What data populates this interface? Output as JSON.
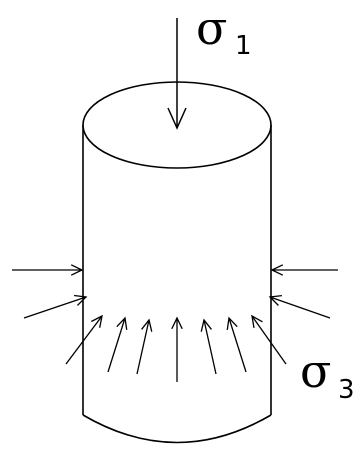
{
  "labels": {
    "sigma1": {
      "symbol": "σ",
      "subscript": "1"
    },
    "sigma3": {
      "symbol": "σ",
      "subscript": "3"
    }
  },
  "colors": {
    "stroke": "#000000",
    "background": "#ffffff"
  }
}
